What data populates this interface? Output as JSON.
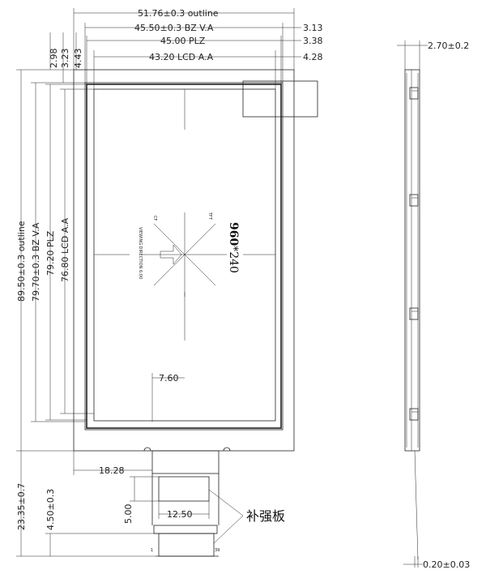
{
  "dimensions": {
    "outline_width": "51.76±0.3  outline",
    "bz_va_width": "45.50±0.3  BZ  V.A",
    "plz_width": "45.00  PLZ",
    "lcd_aa_width": "43.20  LCD  A.A",
    "right_3_13": "3.13",
    "right_3_38": "3.38",
    "right_4_28": "4.28",
    "left_2_98": "2.98",
    "left_3_23": "3.23",
    "left_4_43": "4.43",
    "outline_height": "89.50±0.3  outline",
    "bz_va_height": "79.70±0.3  BZ  V.A",
    "plz_height": "79.20  PLZ",
    "lcd_aa_height": "76.80  LCD  A.A",
    "center_7_60": "7.60",
    "fpc_offset_18_28": "18.28",
    "fpc_length": "23.35±0.7",
    "stiffener_4_50": "4.50±0.3",
    "stiffener_5_00": "5.00",
    "stiffener_12_50": "12.50",
    "side_thickness": "2.70±0.2",
    "fpc_thickness": "0.20±0.03"
  },
  "labels": {
    "resolution_bold": "960",
    "resolution_rest": "*240",
    "cf": "CF",
    "tft": "TFT",
    "viewing_direction": "VIEWING DIRECTION 6:00",
    "stiffener": "补强板",
    "pin_first": "1",
    "pin_last": "39"
  }
}
